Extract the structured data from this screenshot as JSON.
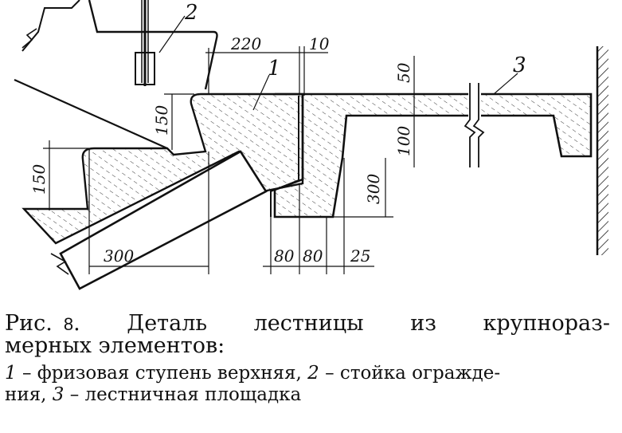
{
  "dimensions": {
    "d220": "220",
    "d10": "10",
    "d50": "50",
    "d150_top": "150",
    "d150_left": "150",
    "d100": "100",
    "d300_v": "300",
    "d300_h": "300",
    "d80a": "80",
    "d80b": "80",
    "d25": "25"
  },
  "callouts": {
    "c1": "1",
    "c2": "2",
    "c3": "3"
  },
  "caption": {
    "prefix": "Рис.",
    "number": "8",
    "title_part1": ". Деталь лестницы из крупнораз-",
    "title_part2": "мерных элементов:",
    "legend": [
      {
        "num": "1",
        "text": " – фризовая ступень верхняя, "
      },
      {
        "num": "2",
        "text": " – стойка огражде-"
      },
      {
        "num": "",
        "text": "ния, "
      },
      {
        "num": "3",
        "text": " – лестничная площадка"
      }
    ]
  }
}
